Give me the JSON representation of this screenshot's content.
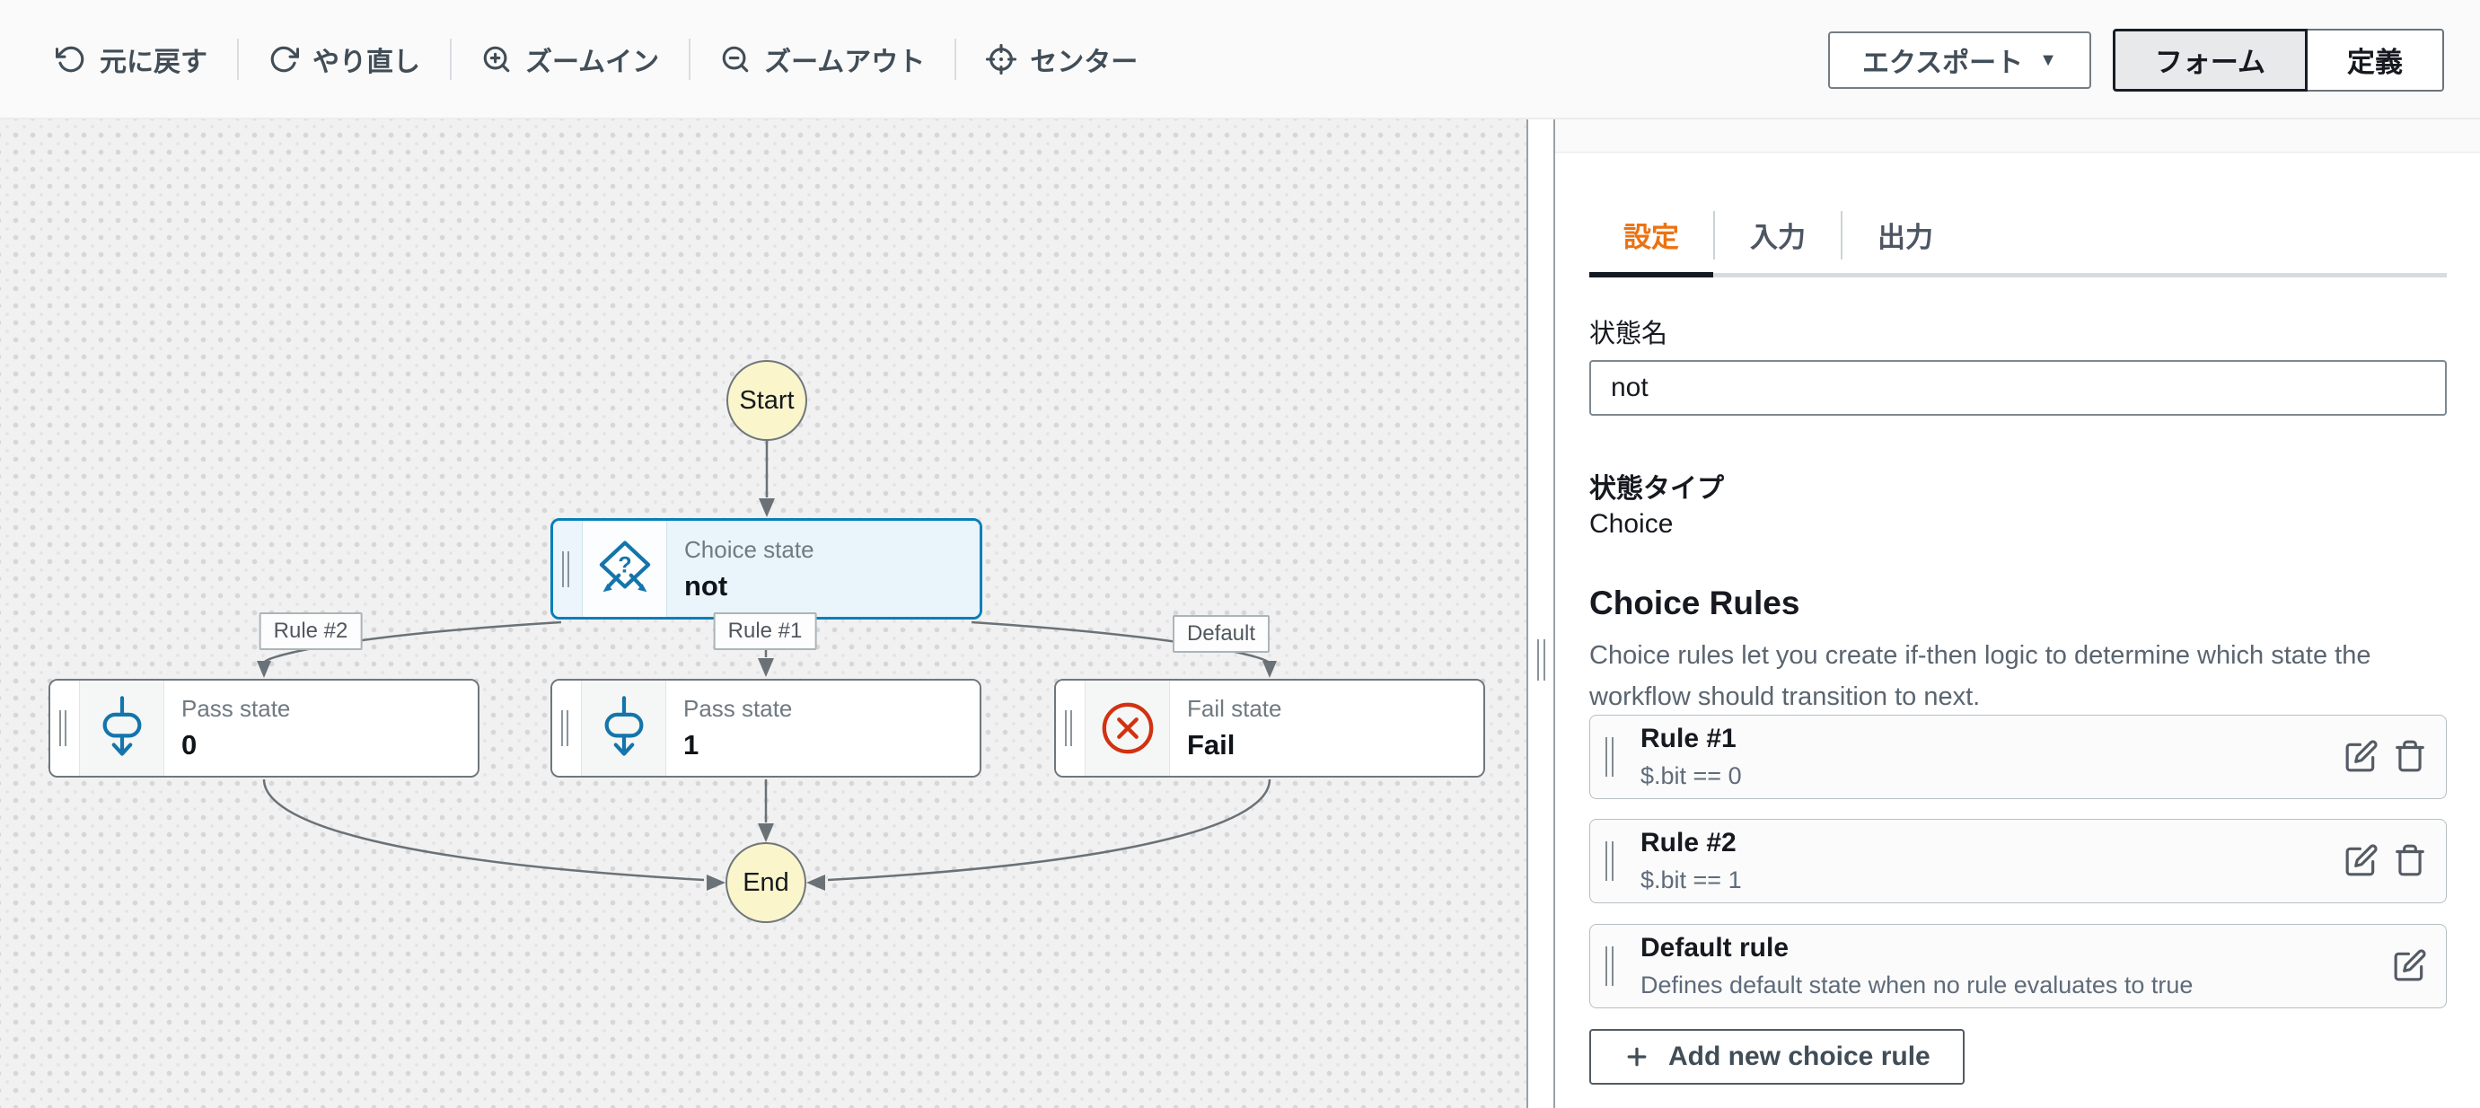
{
  "toolbar": {
    "undo": "元に戻す",
    "redo": "やり直し",
    "zoom_in": "ズームイン",
    "zoom_out": "ズームアウト",
    "center": "センター",
    "export_label": "エクスポート",
    "export_caret": "▼",
    "view_toggle": {
      "form": "フォーム",
      "definition": "定義",
      "selected": "フォーム"
    }
  },
  "panel": {
    "tabs": [
      {
        "label": "設定",
        "active": true
      },
      {
        "label": "入力",
        "active": false
      },
      {
        "label": "出力",
        "active": false
      }
    ],
    "state_name": {
      "label": "状態名",
      "value": "not"
    },
    "state_type": {
      "label": "状態タイプ",
      "value": "Choice"
    },
    "choice_rules": {
      "heading": "Choice Rules",
      "description": "Choice rules let you create if-then logic to determine which state the workflow should transition to next.",
      "rules": [
        {
          "title": "Rule #1",
          "subtitle": "$.bit == 0",
          "actions": [
            "edit",
            "delete"
          ]
        },
        {
          "title": "Rule #2",
          "subtitle": "$.bit == 1",
          "actions": [
            "edit",
            "delete"
          ]
        },
        {
          "title": "Default rule",
          "subtitle": "Defines default state when no rule evaluates to true",
          "actions": [
            "edit"
          ]
        }
      ],
      "add_button": "Add new choice rule"
    }
  },
  "diagram": {
    "start": "Start",
    "end": "End",
    "nodes": [
      {
        "type": "Choice",
        "title": "Choice state",
        "name": "not",
        "selected": true
      },
      {
        "type": "Pass",
        "title": "Pass state",
        "name": "0",
        "selected": false
      },
      {
        "type": "Pass",
        "title": "Pass state",
        "name": "1",
        "selected": false
      },
      {
        "type": "Fail",
        "title": "Fail state",
        "name": "Fail",
        "selected": false
      }
    ],
    "edge_labels": [
      "Rule #2",
      "Rule #1",
      "Default"
    ],
    "choice_icon_glyph": "?"
  },
  "icons": {
    "undo-icon": "counterclockwise rotate arrow",
    "redo-icon": "clockwise rotate arrow",
    "zoom-in-icon": "magnifier with plus",
    "zoom-out-icon": "magnifier with minus",
    "center-icon": "crosshair target",
    "caret-down-icon": "filled down triangle",
    "edit-icon": "pencil over square",
    "trash-icon": "trash can",
    "plus-icon": "plus sign",
    "choice-state-icon": "diamond with question mark and branching arrows",
    "pass-state-icon": "arrow passing through pill",
    "fail-state-icon": "red circle with X",
    "drag-handle": "double vertical bars"
  },
  "colors": {
    "accent_orange": "#ec7211",
    "selected_blue_border": "#077fb8",
    "selected_blue_fill": "#e9f4fb",
    "node_border_gray": "#6e777c",
    "edge_gray": "#6a7277",
    "fail_red": "#d13212",
    "pass_choice_blue": "#1475ab",
    "terminal_yellow": "#fbf5cb",
    "canvas_bg": "#f1f1f2",
    "active_tab_underline": "#141a21"
  }
}
